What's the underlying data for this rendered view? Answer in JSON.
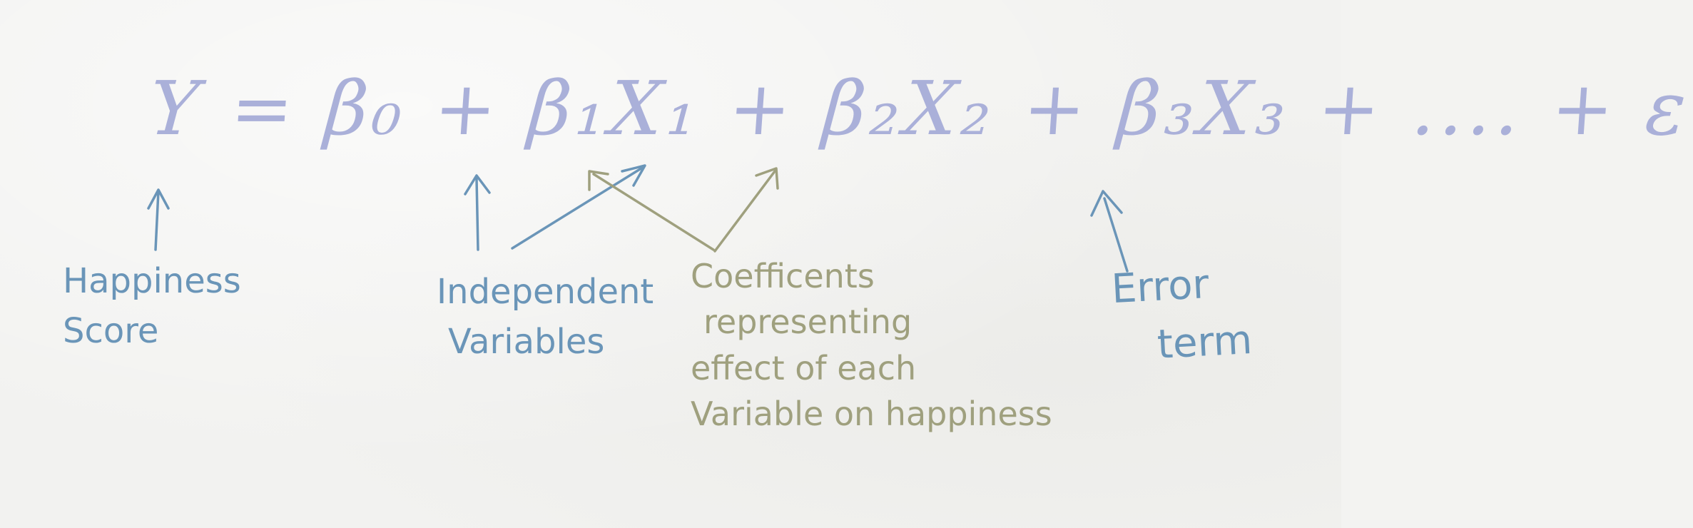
{
  "equation": "Y = β₀ + β₁X₁ + β₂X₂ + β₃X₃ + .... + ε",
  "labels": {
    "dependent": [
      "Happiness",
      "Score"
    ],
    "independent": [
      "Independent",
      "Variables"
    ],
    "coefficients": [
      "Coefficents",
      "representing",
      "effect of each",
      "Variable on happiness"
    ],
    "error": [
      "Error",
      "term"
    ]
  },
  "colors": {
    "equation": "#aab0d9",
    "blue_ink": "#6a95b8",
    "olive_ink": "#9fa07e",
    "paper": "#f2f2f0"
  }
}
